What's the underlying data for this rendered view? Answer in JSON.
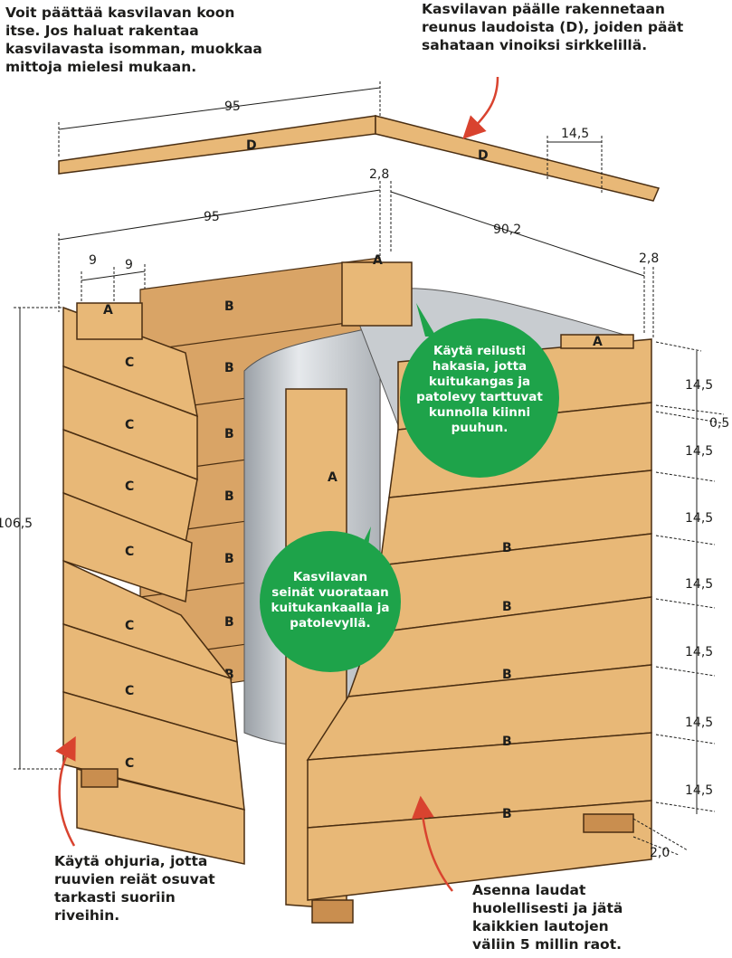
{
  "notes": {
    "top_left": "Voit päättää kasvilavan koon\nitse. Jos haluat rakentaa\nkasvilavasta isomman, muokkaa\nmittoja mielesi mukaan.",
    "top_right": "Kasvilavan päälle rakennetaan\nreunus laudoista (D), joiden päät\nsahataan vinoiksi sirkkelillä.",
    "bottom_left": "Käytä ohjuria, jotta\nruuvien reiät osuvat\ntarkasti suoriin\nriveihin.",
    "bottom_right": "Asenna laudat\nhuolellisesti ja jätä\nkaikkien lautojen\nväliin 5 millin raot."
  },
  "bubbles": {
    "staples": "Käytä reilusti\nhakasia, jotta\nkuitukangas ja\npatolevy tarttuvat\nkunnolla kiinni\npuuhun.",
    "lining": "Kasvilavan\nseinät vuorataan\nkuitukankaalla ja\npatolevyllä."
  },
  "dimensions": {
    "top_width": "95",
    "top_board_width": "14,5",
    "corner_post": "2,8",
    "box_width": "95",
    "box_depth": "90,2",
    "post_offset": "2,8",
    "post_a": "9",
    "post_b": "9",
    "height": "106,5",
    "board_height": "14,5",
    "gap": "0,5",
    "foot": "2,0"
  },
  "part_labels": {
    "a": "A",
    "b": "B",
    "c": "C",
    "d": "D"
  },
  "colors": {
    "wood": "#e8b877",
    "wood_dark": "#c98e4f",
    "outline": "#4a2e12",
    "green": "#1ea34a",
    "red": "#d9432f",
    "liner": "#c8ccd0"
  }
}
